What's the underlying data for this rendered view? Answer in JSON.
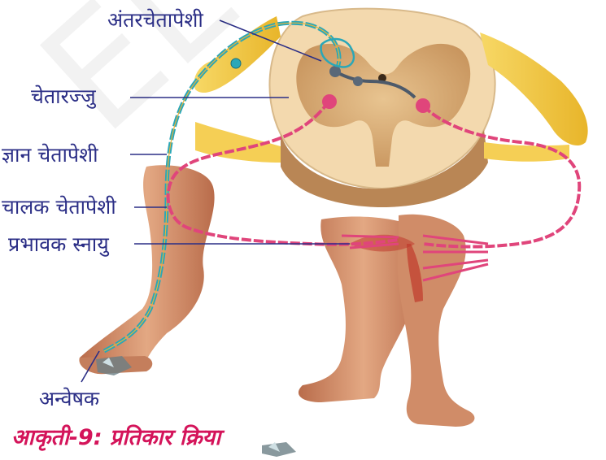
{
  "labels": {
    "interneuron": "अंतरचेतापेशी",
    "spinal_cord": "चेतारज्जु",
    "sensory_neuron": "ज्ञान चेतापेशी",
    "motor_neuron": "चालक चेतापेशी",
    "effector_muscle": "प्रभावक स्नायु",
    "receptor": "अन्वेषक"
  },
  "caption": "आकृती-9: प्रतिकार क्रिया",
  "colors": {
    "label_text": "#2b2e86",
    "caption_text": "#d4145a",
    "sensory_nerve": "#2aa7b8",
    "motor_nerve": "#e0457b",
    "nerve_sheath": "#f2c43a",
    "grey_matter": "#c9a06a",
    "white_matter": "#f3d9ae",
    "skin": "#d99a76"
  },
  "icons": [
    "spinal-cord-cross-section",
    "leg-silhouette",
    "broken-glass"
  ]
}
